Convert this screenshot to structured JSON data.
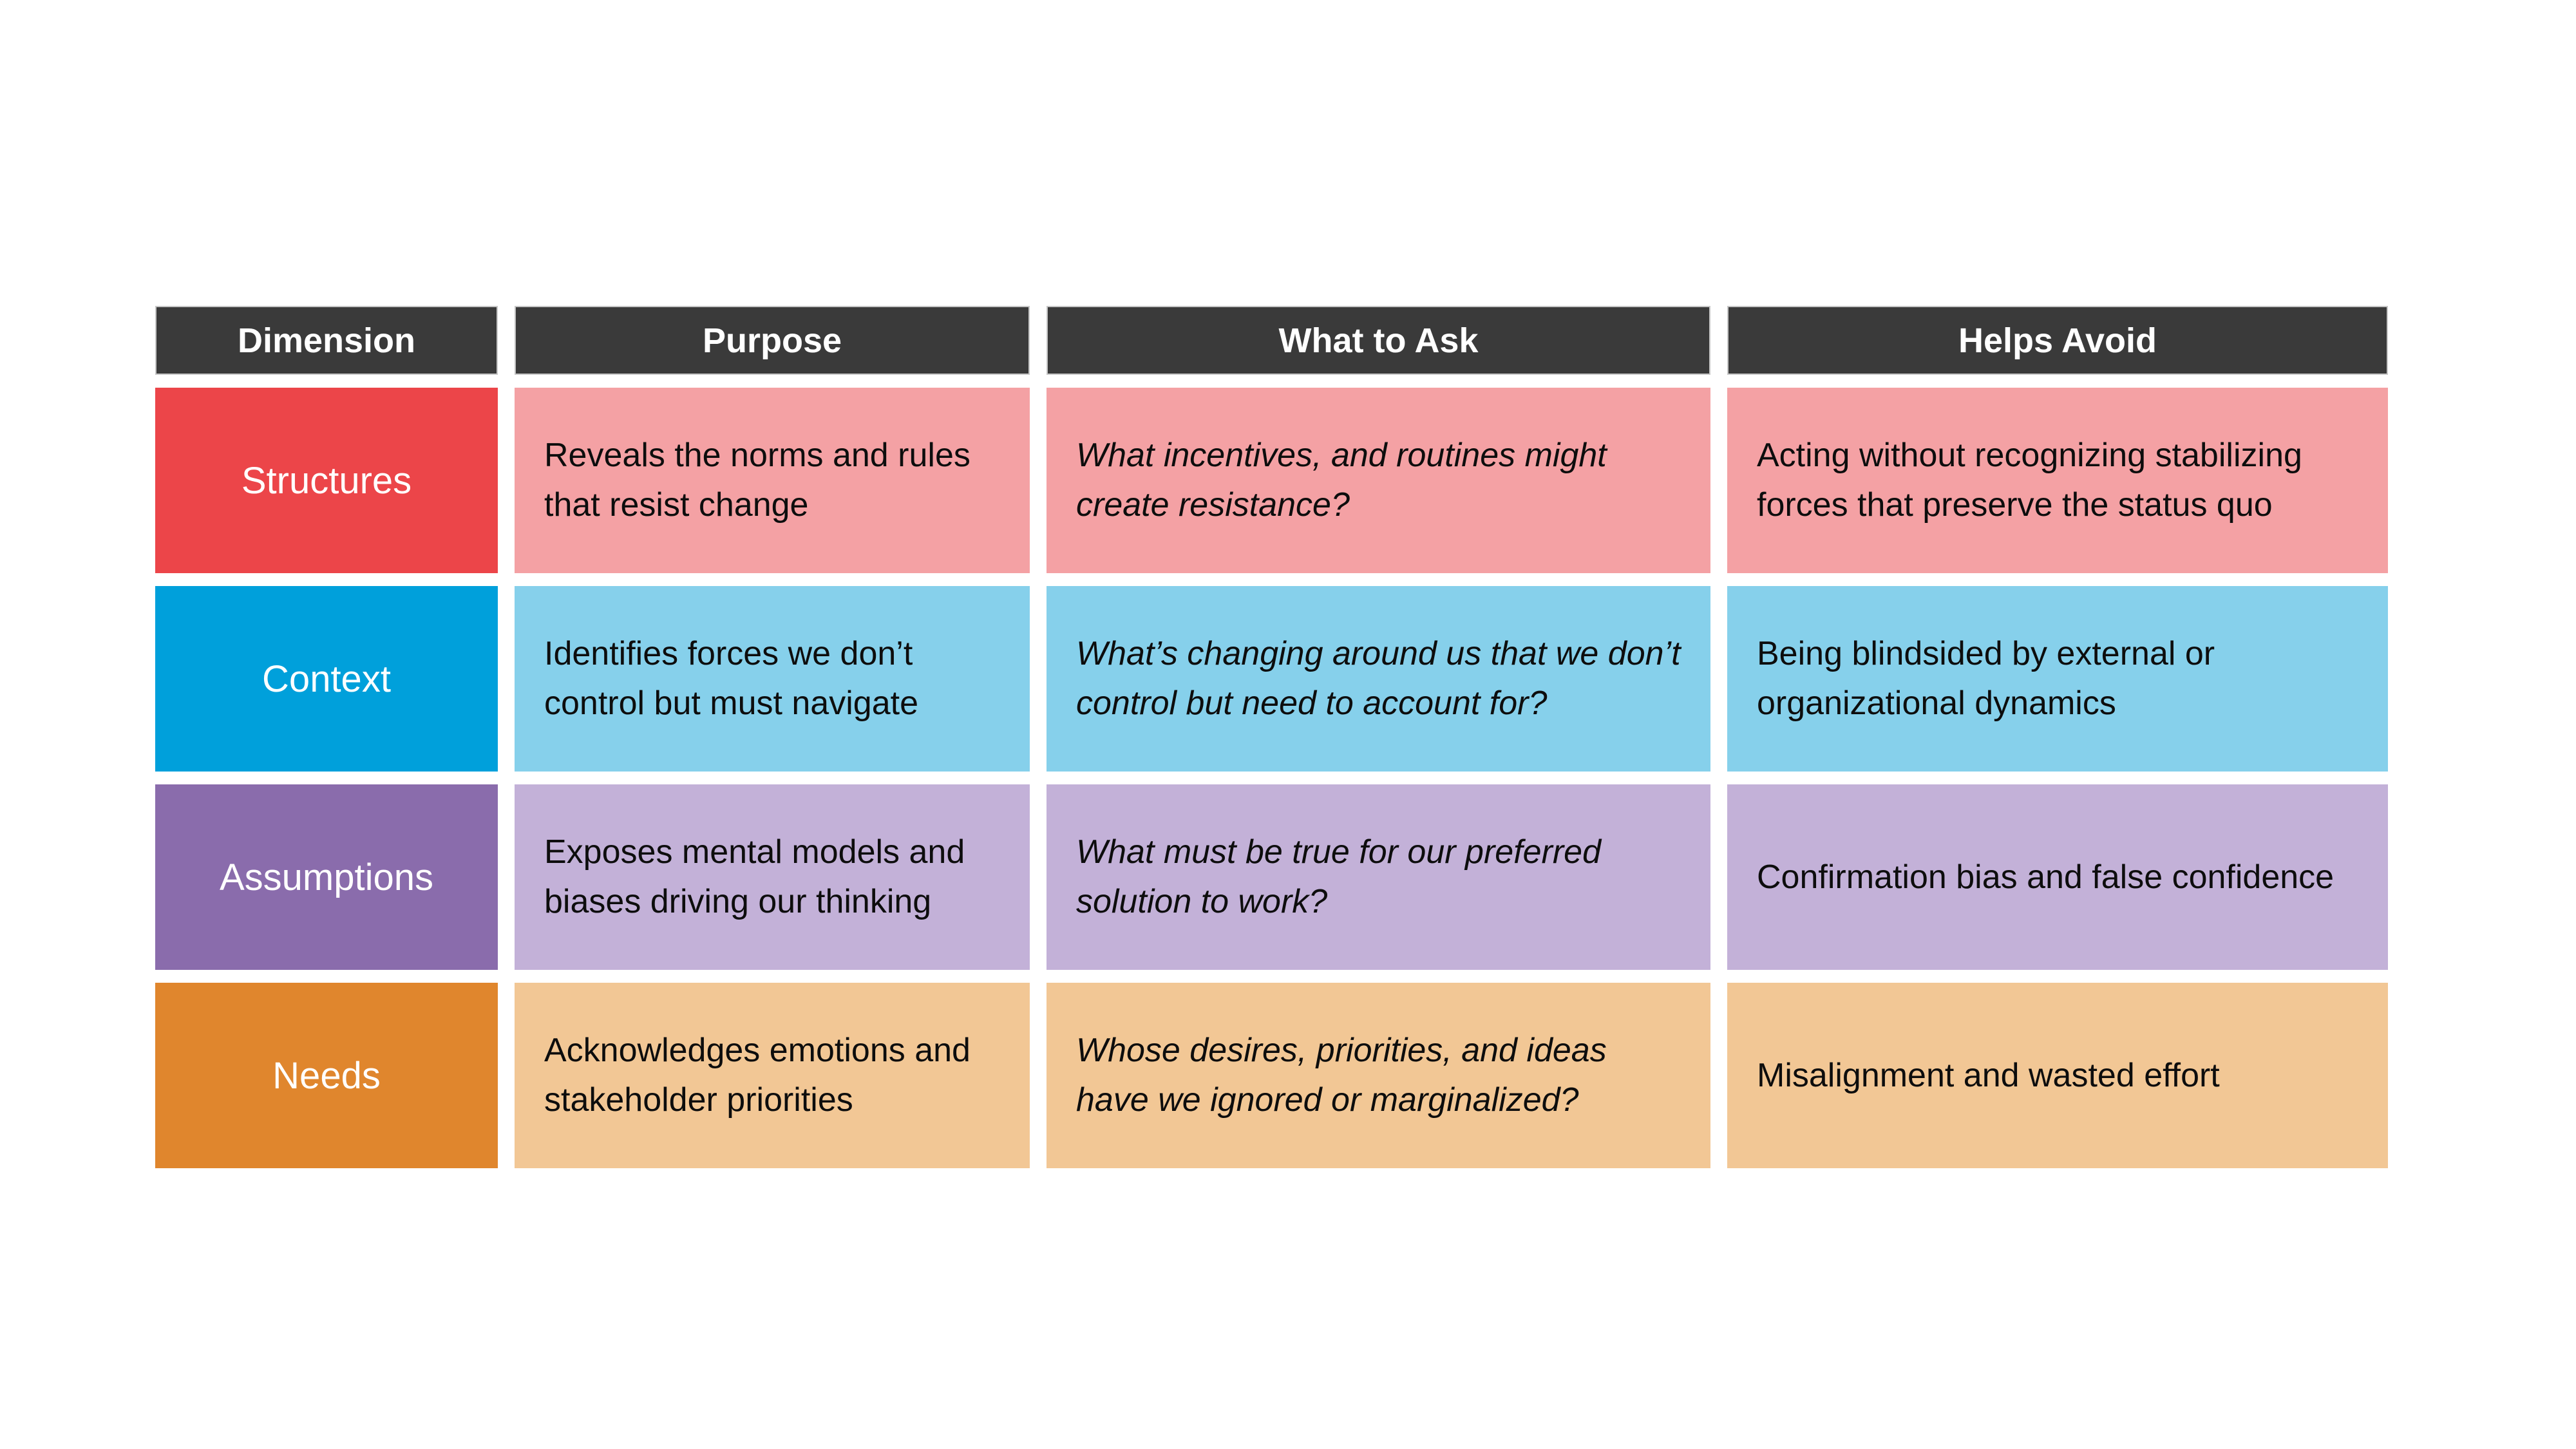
{
  "colors": {
    "page_bg": "#ffffff",
    "header_bg": "#3a3a3a",
    "header_border": "#c6c6c6",
    "header_text": "#ffffff",
    "body_text": "#0d0d0d"
  },
  "table": {
    "columns": [
      {
        "label": "Dimension"
      },
      {
        "label": "Purpose"
      },
      {
        "label": "What to Ask"
      },
      {
        "label": "Helps Avoid"
      }
    ],
    "rows": [
      {
        "dimension": "Structures",
        "color": "#ec4549",
        "tint": "#f4a1a4",
        "purpose": "Reveals the norms and rules that resist change",
        "what_to_ask": "What incentives, and routines might create resistance?",
        "helps_avoid": "Acting without recognizing stabilizing forces that preserve the status quo"
      },
      {
        "dimension": "Context",
        "color": "#00a0db",
        "tint": "#86d0eb",
        "purpose": "Identifies forces we don’t control but must navigate",
        "what_to_ask": "What’s changing around us that we don’t control but need to account for?",
        "helps_avoid": "Being blindsided by external or organizational dynamics"
      },
      {
        "dimension": "Assumptions",
        "color": "#8a6cac",
        "tint": "#c3b1d8",
        "purpose": "Exposes mental models and biases driving our thinking",
        "what_to_ask": "What must be true for our preferred solution to work?",
        "helps_avoid": "Confirmation bias and false confidence"
      },
      {
        "dimension": "Needs",
        "color": "#e0862d",
        "tint": "#f2c795",
        "purpose": "Acknowledges emotions and stakeholder priorities",
        "what_to_ask": "Whose desires, priorities, and ideas have we ignored or marginalized?",
        "helps_avoid": "Misalignment and wasted effort"
      }
    ]
  }
}
